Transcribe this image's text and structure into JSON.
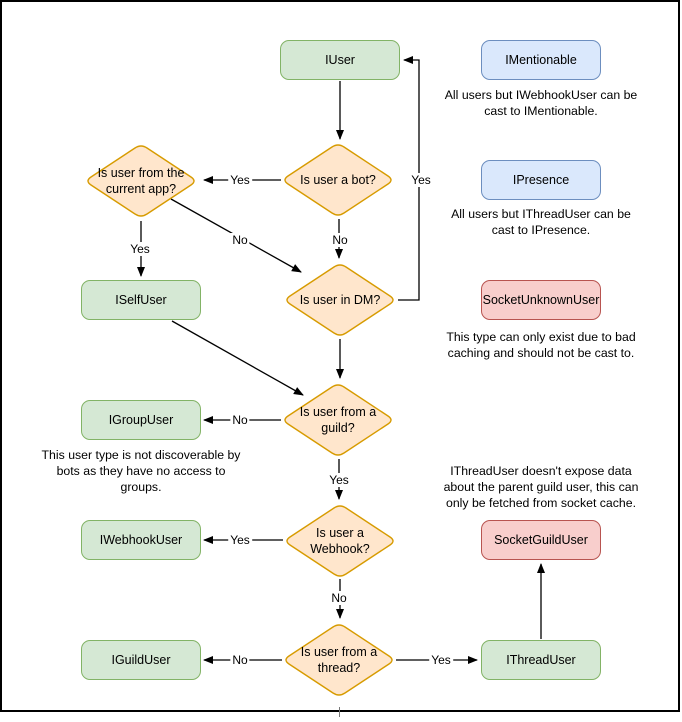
{
  "colors": {
    "canvas_bg": "#ffffff",
    "frame": "#000000",
    "green_fill": "#d5e8d4",
    "green_stroke": "#82b366",
    "blue_fill": "#dae8fc",
    "blue_stroke": "#6c8ebf",
    "orange_fill": "#ffe6cc",
    "orange_stroke": "#d79b00",
    "red_fill": "#f8cecc",
    "red_stroke": "#b85450",
    "line": "#000000",
    "text": "#000000"
  },
  "nodes": {
    "iuser": {
      "label": "IUser"
    },
    "imentionable": {
      "label": "IMentionable"
    },
    "ipresence": {
      "label": "IPresence"
    },
    "socketunknownuser": {
      "label": "SocketUnknownUser"
    },
    "iselfuser": {
      "label": "ISelfUser"
    },
    "igroupuser": {
      "label": "IGroupUser"
    },
    "iwebhookuser": {
      "label": "IWebhookUser"
    },
    "socketguilduser": {
      "label": "SocketGuildUser"
    },
    "iguilduser": {
      "label": "IGuildUser"
    },
    "ithreaduser": {
      "label": "IThreadUser"
    }
  },
  "decisions": {
    "bot": {
      "label": "Is user a bot?"
    },
    "current_app": {
      "label": "Is user from the\ncurrent app?"
    },
    "dm": {
      "label": "Is user in DM?"
    },
    "guild": {
      "label": "Is user from a\nguild?"
    },
    "webhook": {
      "label": "Is user a\nWebhook?"
    },
    "thread": {
      "label": "Is user from a\nthread?"
    }
  },
  "notes": {
    "mentionable": "All users but IWebhookUser can be\ncast to IMentionable.",
    "presence": "All users but IThreadUser can be\ncast to IPresence.",
    "unknown": "This type can only exist due to bad\ncaching and should not be cast to.",
    "group": "This user type is not discoverable by\nbots as they have no access to\ngroups.",
    "thread": "IThreadUser doesn't expose data\nabout the parent guild user, this can\nonly be fetched from socket cache."
  },
  "edge_labels": {
    "bot_yes": "Yes",
    "bot_no": "No",
    "app_yes": "Yes",
    "app_no": "No",
    "dm_yes": "Yes",
    "guild_no": "No",
    "guild_yes": "Yes",
    "webhook_yes": "Yes",
    "webhook_no": "No",
    "thread_no": "No",
    "thread_yes": "Yes"
  }
}
